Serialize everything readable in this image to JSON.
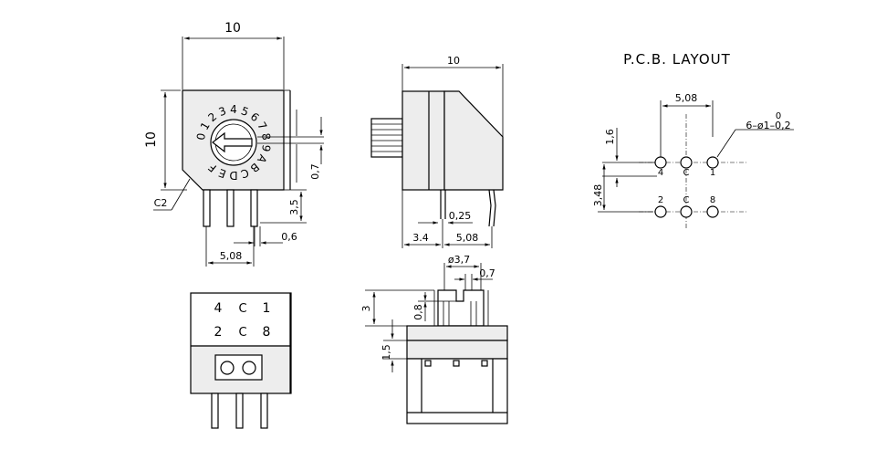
{
  "top_view": {
    "width_dim": "10",
    "height_dim": "10",
    "dim_0_7": "0,7",
    "dim_3_5": "3,5",
    "dim_0_6": "0,6",
    "dim_5_08": "5,08",
    "chamfer": "C2",
    "dial_chars": [
      "0",
      "1",
      "2",
      "3",
      "4",
      "5",
      "6",
      "7",
      "8",
      "9",
      "A",
      "B",
      "C",
      "D",
      "E",
      "F"
    ]
  },
  "side_view": {
    "width_dim": "10",
    "dim_0_25": "0,25",
    "dim_3_4": "3.4",
    "dim_5_08": "5,08"
  },
  "pcb_layout": {
    "title": "P.C.B. LAYOUT",
    "pitch_dim": "5,08",
    "dim_1_6": "1,6",
    "dim_3_48": "3,48",
    "hole_spec_top": "0",
    "hole_spec": "6–ø1–0,2",
    "top_pins": [
      "4",
      "C",
      "1"
    ],
    "bottom_pins": [
      "2",
      "C",
      "8"
    ]
  },
  "bottom_view": {
    "row1": [
      "4",
      "C",
      "1"
    ],
    "row2": [
      "2",
      "C",
      "8"
    ]
  },
  "front_view": {
    "dia_dim": "ø3,7",
    "dim_0_7": "0,7",
    "dim_3": "3",
    "dim_0_8": "0,8",
    "dim_1_5": "1,5"
  }
}
